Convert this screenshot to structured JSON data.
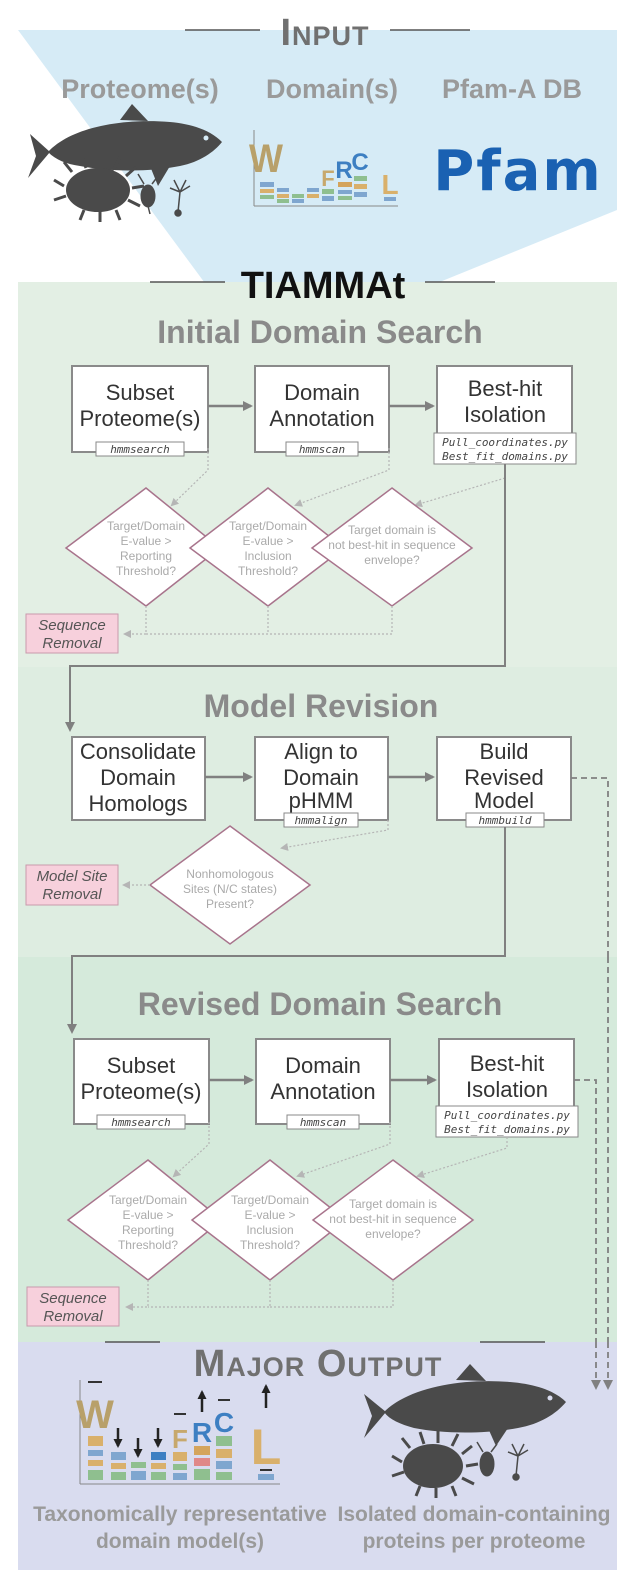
{
  "input": {
    "title": "Input",
    "columns": [
      "Proteome(s)",
      "Domain(s)",
      "Pfam-A DB"
    ],
    "pfam_logo_text": "Pfam"
  },
  "tiammat": {
    "title": "TIAMMAt"
  },
  "section1": {
    "title": "Initial Domain Search",
    "box1": {
      "lines": [
        "Subset",
        "Proteome(s)"
      ],
      "tool": "hmmsearch"
    },
    "box2": {
      "lines": [
        "Domain",
        "Annotation"
      ],
      "tool": "hmmscan"
    },
    "box3": {
      "lines": [
        "Best-hit",
        "Isolation"
      ],
      "tools": [
        "Pull_coordinates.py",
        "Best_fit_domains.py"
      ]
    },
    "diamond1": [
      "Target/Domain",
      "E-value >",
      "Reporting",
      "Threshold?"
    ],
    "diamond2": [
      "Target/Domain",
      "E-value >",
      "Inclusion",
      "Threshold?"
    ],
    "diamond3": [
      "Target domain is",
      "not best-hit in sequence",
      "envelope?"
    ],
    "removal": [
      "Sequence",
      "Removal"
    ]
  },
  "section2": {
    "title": "Model Revision",
    "box1": {
      "lines": [
        "Consolidate",
        "Domain",
        "Homologs"
      ]
    },
    "box2": {
      "lines": [
        "Align to",
        "Domain",
        "pHMM"
      ],
      "tool": "hmmalign"
    },
    "box3": {
      "lines": [
        "Build",
        "Revised",
        "Model"
      ],
      "tool": "hmmbuild"
    },
    "diamond": [
      "Nonhomologous",
      "Sites (N/C states)",
      "Present?"
    ],
    "removal": [
      "Model Site",
      "Removal"
    ]
  },
  "section3": {
    "title": "Revised Domain Search",
    "box1": {
      "lines": [
        "Subset",
        "Proteome(s)"
      ],
      "tool": "hmmsearch"
    },
    "box2": {
      "lines": [
        "Domain",
        "Annotation"
      ],
      "tool": "hmmscan"
    },
    "box3": {
      "lines": [
        "Best-hit",
        "Isolation"
      ],
      "tools": [
        "Pull_coordinates.py",
        "Best_fit_domains.py"
      ]
    },
    "diamond1": [
      "Target/Domain",
      "E-value >",
      "Reporting",
      "Threshold?"
    ],
    "diamond2": [
      "Target/Domain",
      "E-value >",
      "Inclusion",
      "Threshold?"
    ],
    "diamond3": [
      "Target domain is",
      "not best-hit in sequence",
      "envelope?"
    ],
    "removal": [
      "Sequence",
      "Removal"
    ]
  },
  "output": {
    "title": "Major Output",
    "left_caption": [
      "Taxonomically representative",
      "domain model(s)"
    ],
    "right_caption": [
      "Isolated domain-containing",
      "proteins per proteome"
    ]
  },
  "logo_letters": {
    "before": [
      "W",
      "F",
      "R",
      "C",
      "L"
    ],
    "after": [
      "W",
      "F",
      "R",
      "C",
      "L"
    ]
  },
  "colors": {
    "input_bg": "#d6ebf6",
    "tiammat_bg": "#e3efe4",
    "model_bg": "#deede1",
    "revised_bg": "#d5eadb",
    "output_bg": "#d9dcef",
    "removal_bg": "#f7d0dc",
    "diamond_stroke": "#a8748c",
    "pfam_blue": "#1a61b2",
    "silhouette": "#4a4a4a"
  }
}
